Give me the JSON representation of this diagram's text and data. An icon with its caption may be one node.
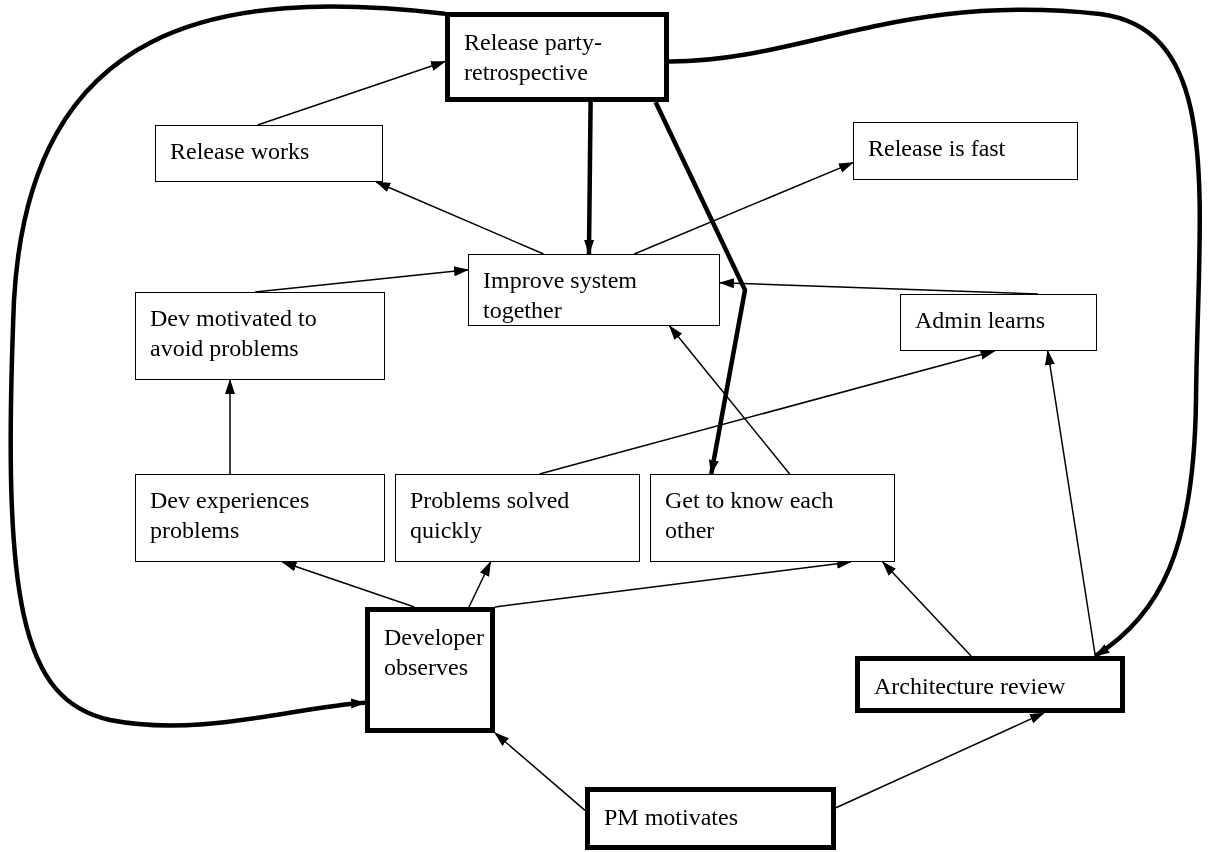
{
  "diagram": {
    "nodes": [
      {
        "text": [
          "Release party-retrospective"
        ]
      },
      {
        "text": [
          "Release works"
        ]
      },
      {
        "text": [
          "Release is fast"
        ]
      },
      {
        "text": [
          "Improve system together"
        ]
      },
      {
        "text": [
          "Admin learns"
        ]
      },
      {
        "text": [
          "Dev motivated to avoid problems"
        ]
      },
      {
        "text": [
          "Dev experiences problems"
        ]
      },
      {
        "text": [
          "Problems solved quickly"
        ]
      },
      {
        "text": [
          "Get to know each other"
        ]
      },
      {
        "text": [
          "Developer observes"
        ]
      },
      {
        "text": [
          "Architecture review"
        ]
      },
      {
        "text": [
          "PM motivates"
        ]
      }
    ],
    "edges": [
      {
        "from": 1,
        "to": 0,
        "arrow": "to"
      },
      {
        "from": 0,
        "to": 3,
        "arrow": "to",
        "style": "thick"
      },
      {
        "from": 0,
        "to": 8,
        "arrow": "to",
        "style": "thick"
      },
      {
        "from": 0,
        "to": 9,
        "arrow": "to",
        "style": "thick"
      },
      {
        "from": 0,
        "to": 10,
        "arrow": "to",
        "style": "thick"
      },
      {
        "from": 3,
        "to": 1,
        "arrow": "to"
      },
      {
        "from": 3,
        "to": 2,
        "arrow": "to"
      },
      {
        "from": 4,
        "to": 3,
        "arrow": "to"
      },
      {
        "from": 5,
        "to": 3,
        "arrow": "to"
      },
      {
        "from": 6,
        "to": 5,
        "arrow": "to"
      },
      {
        "from": 7,
        "to": 4,
        "arrow": "to"
      },
      {
        "from": 8,
        "to": 3,
        "arrow": "to"
      },
      {
        "from": 9,
        "to": 6,
        "arrow": "to"
      },
      {
        "from": 9,
        "to": 7,
        "arrow": "to"
      },
      {
        "from": 9,
        "to": 8,
        "arrow": "to"
      },
      {
        "from": 10,
        "to": 8,
        "arrow": "to"
      },
      {
        "from": 10,
        "to": 4,
        "arrow": "to"
      },
      {
        "from": 11,
        "to": 9,
        "arrow": "to"
      },
      {
        "from": 11,
        "to": 10,
        "arrow": "to"
      }
    ]
  }
}
